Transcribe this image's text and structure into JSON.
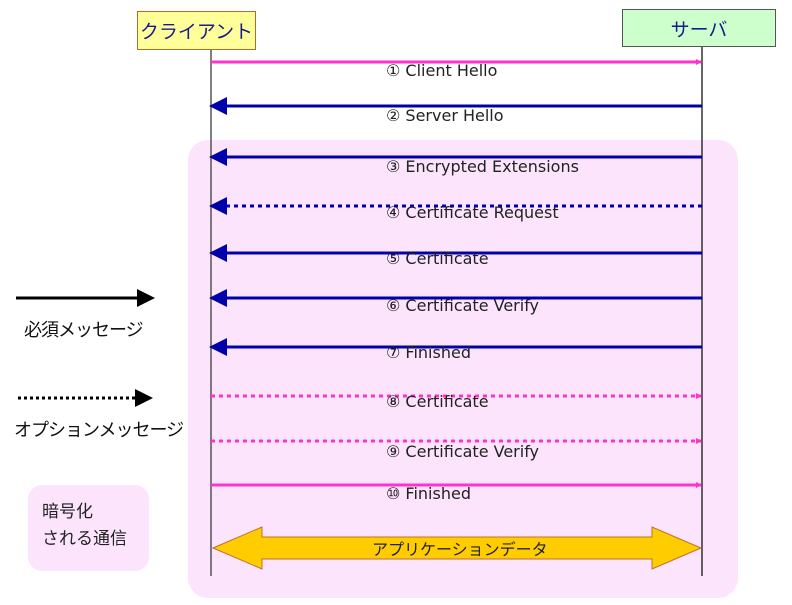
{
  "actors": {
    "client": "クライアント",
    "server": "サーバ"
  },
  "colors": {
    "client_to_server": "#ff33cc",
    "server_to_client": "#0000aa",
    "encrypted_region": "#fce4fc",
    "app_data_fill": "#ffcc00",
    "app_data_border": "#c0702a",
    "client_box_fill": "#ffff99",
    "server_box_fill": "#ccffcc"
  },
  "messages": [
    {
      "label": "① Client Hello",
      "direction": "client_to_server",
      "style": "solid"
    },
    {
      "label": "② Server Hello",
      "direction": "server_to_client",
      "style": "solid"
    },
    {
      "label": "③ Encrypted Extensions",
      "direction": "server_to_client",
      "style": "solid"
    },
    {
      "label": "④ Certificate Request",
      "direction": "server_to_client",
      "style": "dotted"
    },
    {
      "label": "⑤ Certificate",
      "direction": "server_to_client",
      "style": "solid"
    },
    {
      "label": "⑥ Certificate Verify",
      "direction": "server_to_client",
      "style": "solid"
    },
    {
      "label": "⑦ Finished",
      "direction": "server_to_client",
      "style": "solid"
    },
    {
      "label": "⑧ Certificate",
      "direction": "client_to_server",
      "style": "dotted"
    },
    {
      "label": "⑨ Certificate Verify",
      "direction": "client_to_server",
      "style": "dotted"
    },
    {
      "label": "⑩ Finished",
      "direction": "client_to_server",
      "style": "solid"
    }
  ],
  "app_data": {
    "label": "アプリケーションデータ",
    "direction": "bidirectional"
  },
  "legend": {
    "required": "必須メッセージ",
    "optional": "オプションメッセージ",
    "encrypted_line1": "暗号化",
    "encrypted_line2": "される通信"
  }
}
